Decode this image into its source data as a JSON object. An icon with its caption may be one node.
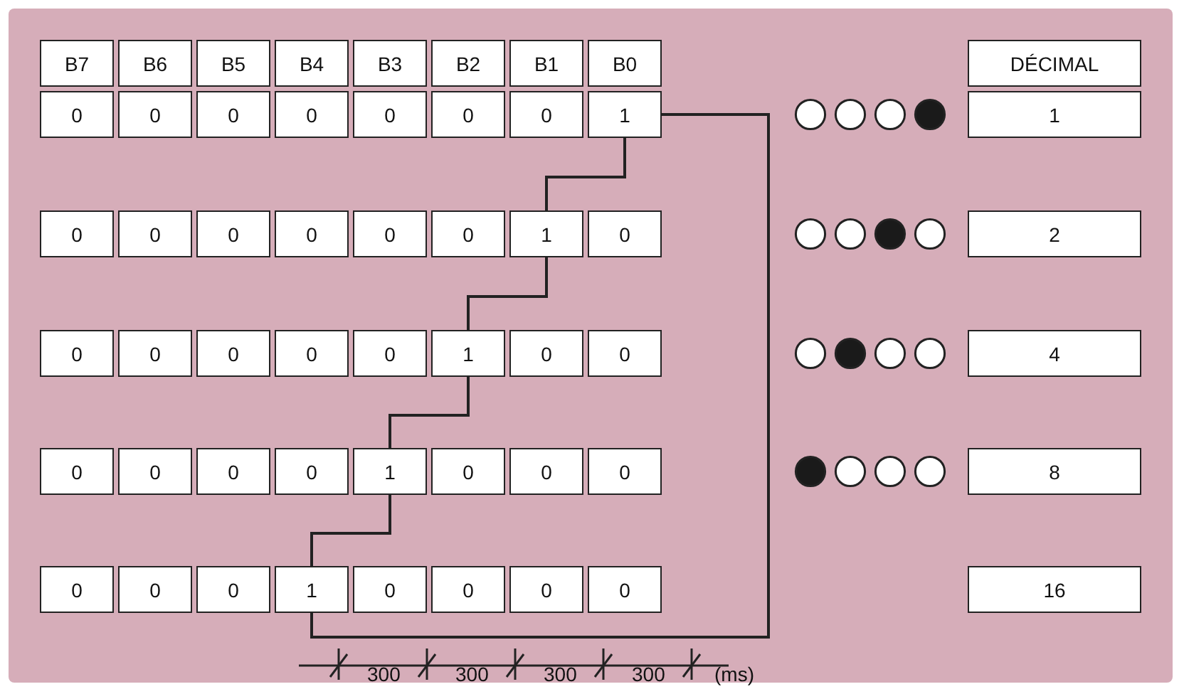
{
  "diagram": {
    "nodes": [
      {
        "text": [
          "B7"
        ]
      },
      {
        "text": [
          "B6"
        ]
      },
      {
        "text": [
          "B5"
        ]
      },
      {
        "text": [
          "B4"
        ]
      },
      {
        "text": [
          "B3"
        ]
      },
      {
        "text": [
          "B2"
        ]
      },
      {
        "text": [
          "B1"
        ]
      },
      {
        "text": [
          "B0"
        ]
      },
      {
        "text": [
          "DÉCIMAL"
        ]
      },
      {
        "text": [
          "0"
        ]
      },
      {
        "text": [
          "0"
        ]
      },
      {
        "text": [
          "0"
        ]
      },
      {
        "text": [
          "0"
        ]
      },
      {
        "text": [
          "0"
        ]
      },
      {
        "text": [
          "0"
        ]
      },
      {
        "text": [
          "0"
        ]
      },
      {
        "text": [
          "1"
        ]
      },
      {
        "text": [],
        "shape": "circle"
      },
      {
        "text": [],
        "shape": "circle"
      },
      {
        "text": [],
        "shape": "circle"
      },
      {
        "text": [],
        "shape": "dot"
      },
      {
        "text": [
          "1"
        ]
      },
      {
        "text": [
          "0"
        ]
      },
      {
        "text": [
          "0"
        ]
      },
      {
        "text": [
          "0"
        ]
      },
      {
        "text": [
          "0"
        ]
      },
      {
        "text": [
          "0"
        ]
      },
      {
        "text": [
          "0"
        ]
      },
      {
        "text": [
          "1"
        ]
      },
      {
        "text": [
          "0"
        ]
      },
      {
        "text": [],
        "shape": "circle"
      },
      {
        "text": [],
        "shape": "circle"
      },
      {
        "text": [],
        "shape": "dot"
      },
      {
        "text": [],
        "shape": "circle"
      },
      {
        "text": [
          "2"
        ]
      },
      {
        "text": [
          "0"
        ]
      },
      {
        "text": [
          "0"
        ]
      },
      {
        "text": [
          "0"
        ]
      },
      {
        "text": [
          "0"
        ]
      },
      {
        "text": [
          "0"
        ]
      },
      {
        "text": [
          "1"
        ]
      },
      {
        "text": [
          "0"
        ]
      },
      {
        "text": [
          "0"
        ]
      },
      {
        "text": [],
        "shape": "circle"
      },
      {
        "text": [],
        "shape": "dot"
      },
      {
        "text": [],
        "shape": "circle"
      },
      {
        "text": [],
        "shape": "circle"
      },
      {
        "text": [
          "4"
        ]
      },
      {
        "text": [
          "0"
        ]
      },
      {
        "text": [
          "0"
        ]
      },
      {
        "text": [
          "0"
        ]
      },
      {
        "text": [
          "0"
        ]
      },
      {
        "text": [
          "1"
        ]
      },
      {
        "text": [
          "0"
        ]
      },
      {
        "text": [
          "0"
        ]
      },
      {
        "text": [
          "0"
        ]
      },
      {
        "text": [],
        "shape": "dot"
      },
      {
        "text": [],
        "shape": "circle"
      },
      {
        "text": [],
        "shape": "circle"
      },
      {
        "text": [],
        "shape": "circle"
      },
      {
        "text": [
          "8"
        ]
      },
      {
        "text": [
          "0"
        ]
      },
      {
        "text": [
          "0"
        ]
      },
      {
        "text": [
          "0"
        ]
      },
      {
        "text": [
          "1"
        ]
      },
      {
        "text": [
          "0"
        ]
      },
      {
        "text": [
          "0"
        ]
      },
      {
        "text": [
          "0"
        ]
      },
      {
        "text": [
          "0"
        ]
      },
      {
        "text": [
          "16"
        ]
      }
    ],
    "edges": [
      {
        "from": 16,
        "to": 28,
        "arrow": "none"
      },
      {
        "from": 28,
        "to": 40,
        "arrow": "none"
      },
      {
        "from": 40,
        "to": 52,
        "arrow": "none"
      },
      {
        "from": 52,
        "to": 64,
        "arrow": "none"
      },
      {
        "from": 16,
        "to": 64,
        "arrow": "none"
      }
    ],
    "labels": [
      "300",
      "300",
      "300",
      "300",
      "(ms)"
    ]
  }
}
